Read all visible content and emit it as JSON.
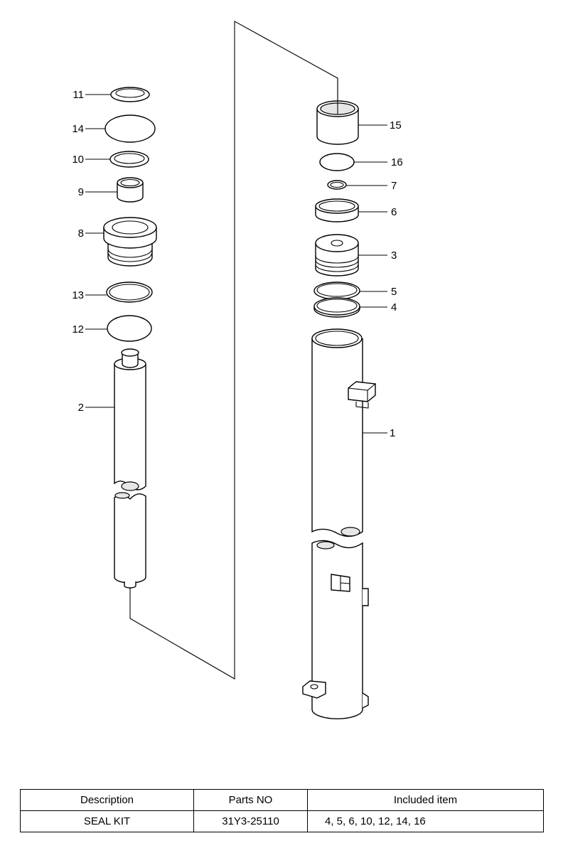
{
  "callouts": {
    "c1": "1",
    "c2": "2",
    "c3": "3",
    "c4": "4",
    "c5": "5",
    "c6": "6",
    "c7": "7",
    "c8": "8",
    "c9": "9",
    "c10": "10",
    "c11": "11",
    "c12": "12",
    "c13": "13",
    "c14": "14",
    "c15": "15",
    "c16": "16"
  },
  "table": {
    "headers": [
      "Description",
      "Parts NO",
      "Included item"
    ],
    "rows": [
      [
        "SEAL KIT",
        "31Y3-25110",
        "4, 5, 6, 10, 12, 14, 16"
      ]
    ]
  }
}
